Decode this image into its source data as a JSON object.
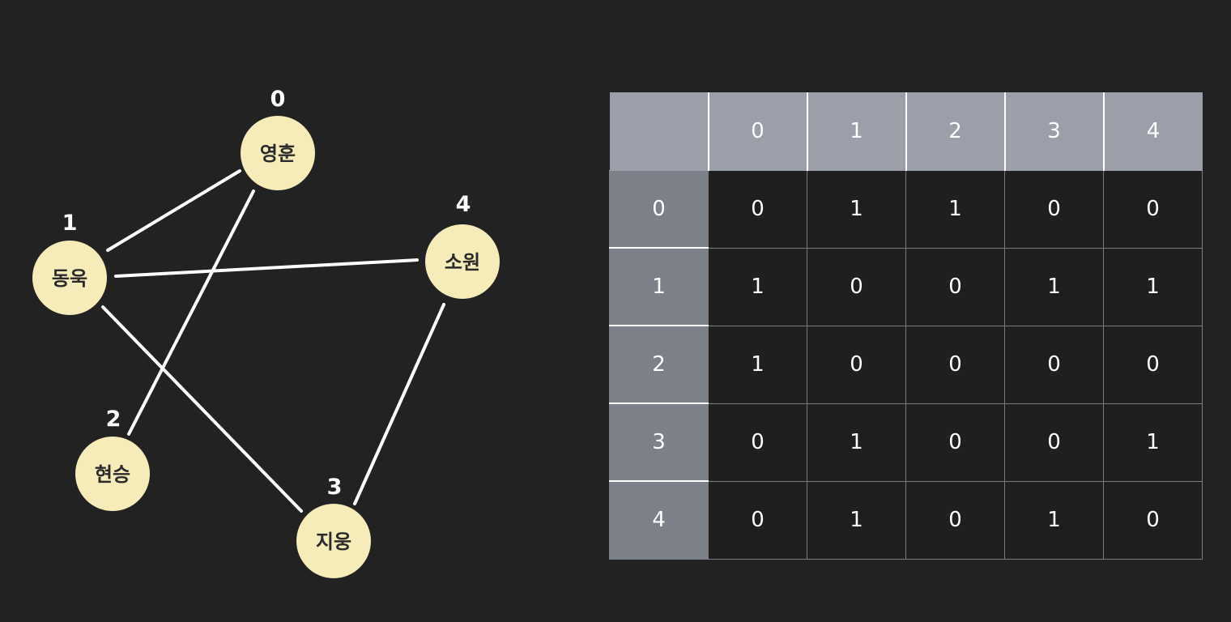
{
  "graph": {
    "nodes": [
      {
        "index": "0",
        "name": "영훈"
      },
      {
        "index": "1",
        "name": "동욱"
      },
      {
        "index": "2",
        "name": "현승"
      },
      {
        "index": "3",
        "name": "지웅"
      },
      {
        "index": "4",
        "name": "소원"
      }
    ],
    "edges": [
      [
        0,
        1
      ],
      [
        0,
        2
      ],
      [
        1,
        4
      ],
      [
        1,
        3
      ],
      [
        3,
        4
      ]
    ]
  },
  "matrix": {
    "column_headers": [
      "0",
      "1",
      "2",
      "3",
      "4"
    ],
    "rows": [
      {
        "header": "0",
        "cells": [
          "0",
          "1",
          "1",
          "0",
          "0"
        ]
      },
      {
        "header": "1",
        "cells": [
          "1",
          "0",
          "0",
          "1",
          "1"
        ]
      },
      {
        "header": "2",
        "cells": [
          "1",
          "0",
          "0",
          "0",
          "0"
        ]
      },
      {
        "header": "3",
        "cells": [
          "0",
          "1",
          "0",
          "0",
          "1"
        ]
      },
      {
        "header": "4",
        "cells": [
          "0",
          "1",
          "0",
          "1",
          "0"
        ]
      }
    ]
  },
  "colors": {
    "background": "#222222",
    "node_fill": "#f6ecb9",
    "edge": "#ffffff",
    "header_bg": "#9a9fa9",
    "row_header_bg": "#7c8089"
  }
}
